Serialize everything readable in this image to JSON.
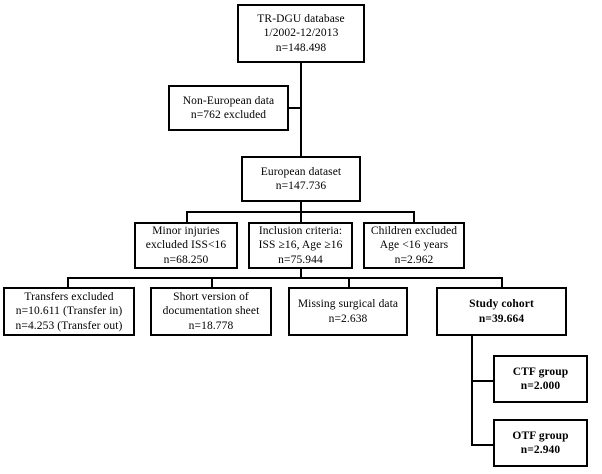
{
  "diagram": {
    "title": "TR-DGU database patient selection flowchart",
    "type": "flowchart",
    "line_color": "#000000",
    "box_border_color": "#000000",
    "background": "#ffffff"
  },
  "nodes": [
    {
      "id": "tr-dgu-database",
      "name": "tr-dgu-database-box",
      "lines": [
        "TR-DGU database",
        "1/2002-12/2013",
        "n=148.498"
      ],
      "bold": false
    },
    {
      "id": "non-european-data",
      "name": "non-european-data-box",
      "lines": [
        "Non-European data",
        "n=762 excluded"
      ],
      "bold": false
    },
    {
      "id": "european-dataset",
      "name": "european-dataset-box",
      "lines": [
        "European dataset",
        "n=147.736"
      ],
      "bold": false
    },
    {
      "id": "minor-injuries",
      "name": "minor-injuries-excluded-box",
      "lines": [
        "Minor injuries",
        "excluded ISS<16",
        "n=68.250"
      ],
      "bold": false
    },
    {
      "id": "inclusion-criteria",
      "name": "inclusion-criteria-box",
      "lines": [
        "Inclusion criteria:",
        "ISS ≥16, Age ≥16",
        "n=75.944"
      ],
      "bold": false
    },
    {
      "id": "children-excluded",
      "name": "children-excluded-box",
      "lines": [
        "Children excluded",
        "Age <16 years",
        "n=2.962"
      ],
      "bold": false
    },
    {
      "id": "transfers-excluded",
      "name": "transfers-excluded-box",
      "lines": [
        "Transfers excluded",
        "n=10.611 (Transfer in)",
        "n=4.253 (Transfer out)"
      ],
      "bold": false
    },
    {
      "id": "short-version",
      "name": "short-version-documentation-box",
      "lines": [
        "Short version of",
        "documentation sheet",
        "n=18.778"
      ],
      "bold": false
    },
    {
      "id": "missing-surgical-data",
      "name": "missing-surgical-data-box",
      "lines": [
        "Missing surgical data",
        "n=2.638"
      ],
      "bold": false
    },
    {
      "id": "study-cohort",
      "name": "study-cohort-box",
      "lines": [
        "Study cohort",
        "n=39.664"
      ],
      "bold": true
    },
    {
      "id": "ctf-group",
      "name": "ctf-group-box",
      "lines": [
        "CTF group",
        "n=2.000"
      ],
      "bold": true
    },
    {
      "id": "otf-group",
      "name": "otf-group-box",
      "lines": [
        "OTF group",
        "n=2.940"
      ],
      "bold": true
    }
  ]
}
